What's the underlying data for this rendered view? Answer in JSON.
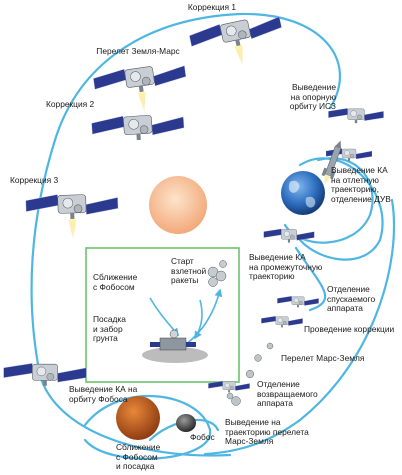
{
  "labels": {
    "correction1": "Коррекция 1",
    "earth_mars": "Перелет Земля-Марс",
    "correction2": "Коррекция 2",
    "correction3": "Коррекция 3",
    "support_orbit": "Выведение\nна опорную\nорбиту ИСЗ",
    "departure": "Выведение КА\nна отлетную\nтраекторию,\nотделение ДУВ",
    "intermediate": "Выведение КА\nна промежуточную\nтраекторию",
    "lander_sep": "Отделение\nспускаемого\nаппарата",
    "correction_run": "Проведение коррекции",
    "mars_earth": "Перелет Марс-Земля",
    "return_sep": "Отделение\nвозвращаемого\nаппарата",
    "mars_earth_traj": "Выведение на\nтраекторию перелета\nМарс-Земля",
    "phobos": "Фобос",
    "approach_landing": "Сближение\nс Фобосом\nи посадка",
    "phobos_orbit": "Выведение КА на\nорбиту Фобоса",
    "launch_start": "Старт\nвзлетной\nракеты",
    "approach": "Сближение\nс Фобосом",
    "landing_sample": "Посадка\nи забор\nгрунта"
  },
  "colors": {
    "orbit": "#4fb6e3",
    "inset_border": "#6cc36a",
    "sun": "#f6c09a",
    "mars": "#c8621f",
    "earth": "#2f6fbf",
    "panel": "#2b3a8f",
    "flame": "#f2d34a"
  },
  "icons": [
    "spacecraft-icon",
    "solar-panel-icon",
    "engine-flame-icon",
    "rocket-icon",
    "earth-icon",
    "mars-icon",
    "phobos-icon",
    "sun-icon",
    "return-capsule-icon"
  ]
}
